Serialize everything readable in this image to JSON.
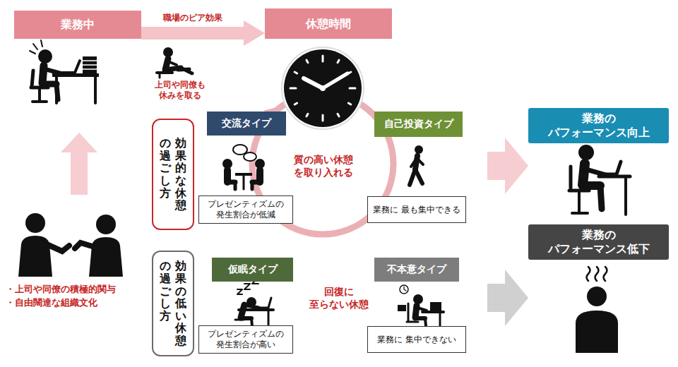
{
  "diagram": {
    "nodes": [
      {
        "text": [
          "業務中"
        ]
      },
      {
        "text": [
          "休憩時間"
        ]
      },
      {
        "text": [
          "効果的な休憩 の過ごし方"
        ]
      },
      {
        "text": [
          "交流タイプ"
        ]
      },
      {
        "text": [
          "プレゼンティズムの 発生割合が低減"
        ]
      },
      {
        "text": [
          "自己投資タイプ"
        ]
      },
      {
        "text": [
          "業務に 最も集中できる"
        ]
      },
      {
        "text": [
          "業務の パフォーマンス向上"
        ]
      },
      {
        "text": [
          "業務の パフォーマンス低下"
        ]
      },
      {
        "text": [
          "効果の低い休憩 の過ごし方"
        ]
      },
      {
        "text": [
          "仮眠タイプ"
        ]
      },
      {
        "text": [
          "プレゼンティズムの 発生割合が高い"
        ]
      },
      {
        "text": [
          "不本意タイプ"
        ]
      },
      {
        "text": [
          "業務に 集中できない"
        ]
      }
    ],
    "edges": [
      {
        "from": 0,
        "to": 1,
        "arrow": "to",
        "label": "職場のピア効果"
      }
    ],
    "labels": [
      "上司や同僚も 休みを取る",
      "質の高い休憩 を取り入れる",
      "回復に 至らない休憩",
      "・上司や同僚の積極的関与",
      "・自由闊達な組織文化"
    ]
  }
}
